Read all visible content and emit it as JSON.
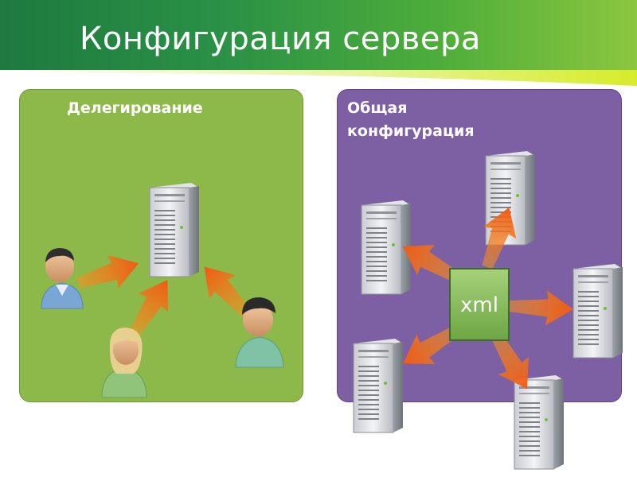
{
  "slide": {
    "title": "Конфигурация сервера"
  },
  "panels": {
    "left": {
      "label": "Делегирование"
    },
    "right": {
      "label_line1": "Общая",
      "label_line2": "конфигурация",
      "xml_label": "xml"
    }
  },
  "colors": {
    "header_dark": "#1e7a3f",
    "header_light": "#8cc63f",
    "left_panel": "#8db84a",
    "right_panel": "#7d5fa3",
    "arrow": "#f57a1a",
    "xml_box": "#8cc060"
  }
}
